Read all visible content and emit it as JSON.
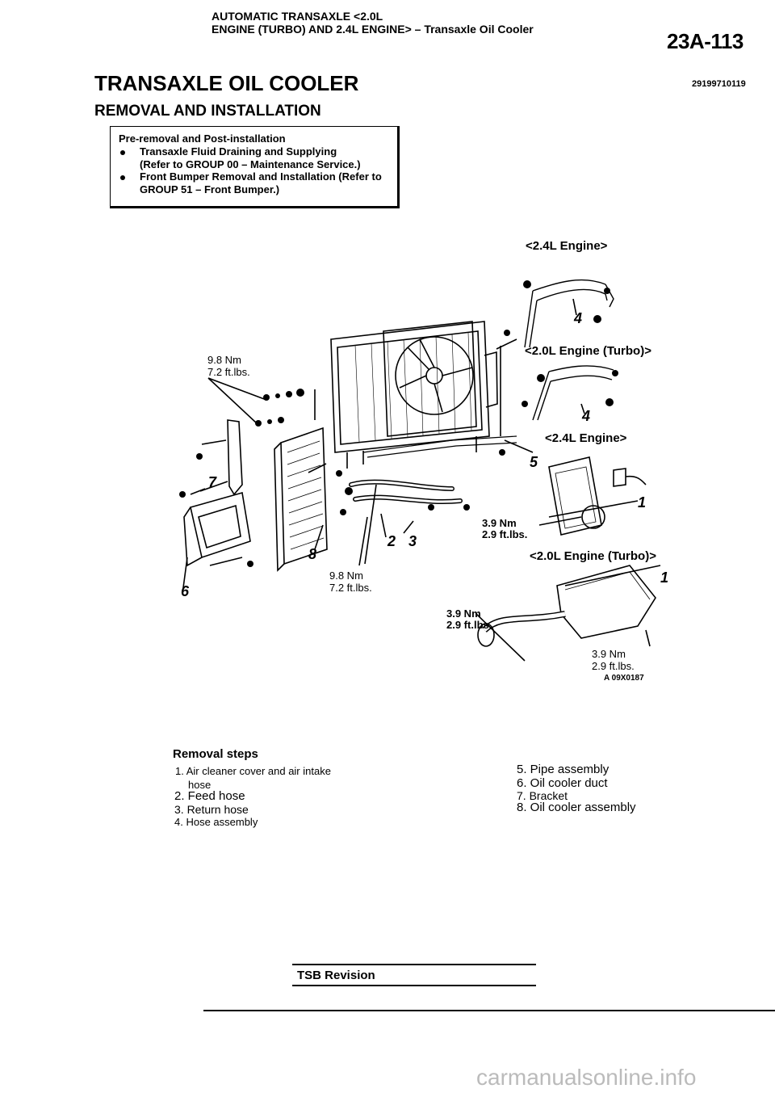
{
  "header": {
    "line1": "AUTOMATIC TRANSAXLE <2.0L",
    "line2": "ENGINE (TURBO) AND 2.4L ENGINE> – Transaxle Oil Cooler",
    "page_code": "23A-113"
  },
  "title": "TRANSAXLE OIL COOLER",
  "doc_number": "29199710119",
  "subtitle": "REMOVAL AND INSTALLATION",
  "preinstall": {
    "heading": "Pre-removal and Post-installation",
    "item1_line1": "Transaxle Fluid Draining and Supplying",
    "item1_line2": "(Refer to GROUP 00 – Maintenance Service.)",
    "item2_line1": "Front Bumper Removal and Installation (Refer to",
    "item2_line2": "GROUP 51 – Front Bumper.)"
  },
  "diagram": {
    "engine_24_a": "<2.4L Engine>",
    "engine_20_turbo_a": "<2.0L Engine (Turbo)>",
    "engine_24_b": "<2.4L Engine>",
    "engine_20_turbo_b": "<2.0L Engine (Turbo)>",
    "torque_98_nm": "9.8 Nm",
    "torque_72_ftlbs": "7.2 ft.lbs.",
    "torque_39_nm": "3.9 Nm",
    "torque_29_ftlbs": "2.9 ft.lbs.",
    "figure_code": "A 09X0187",
    "callouts": [
      "1",
      "2",
      "3",
      "4",
      "5",
      "6",
      "7",
      "8"
    ]
  },
  "removal": {
    "heading": "Removal steps",
    "steps": [
      "1. Air cleaner cover and air intake",
      "hose",
      "2. Feed hose",
      "3. Return hose",
      "4. Hose assembly",
      "5. Pipe assembly",
      "6. Oil cooler duct",
      "7. Bracket",
      "8. Oil cooler assembly"
    ]
  },
  "footer": {
    "tsb": "TSB Revision",
    "watermark": "carmanualsonline.info"
  }
}
